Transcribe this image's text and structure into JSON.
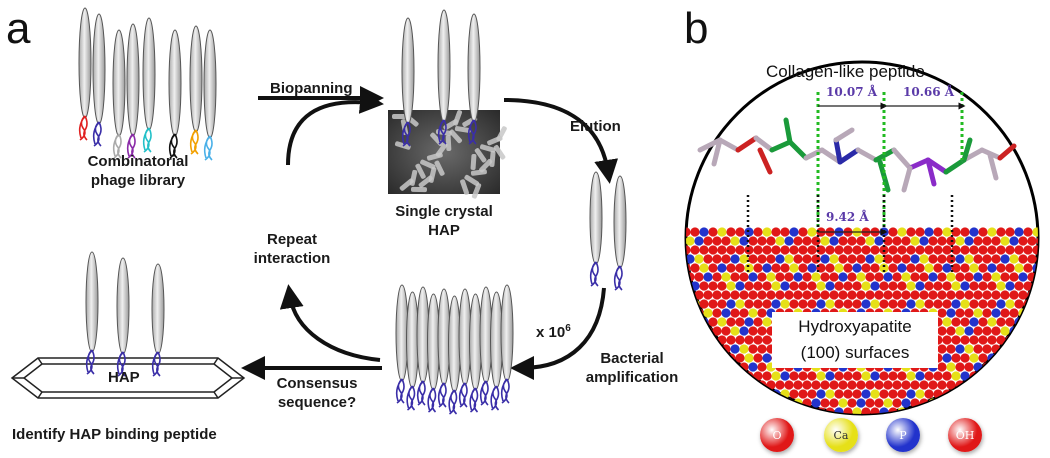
{
  "panels": {
    "a": "a",
    "b": "b"
  },
  "panel_a": {
    "library_label": [
      "Combinatorial",
      "phage library"
    ],
    "biopanning": "Biopanning",
    "crystal_label": [
      "Single crystal",
      "HAP"
    ],
    "elution": "Elution",
    "repeat_label": [
      "Repeat",
      "interaction"
    ],
    "amplification_factor": "x 10",
    "amplification_exponent": "6",
    "amplification_label": [
      "Bacterial",
      "amplification"
    ],
    "consensus_label": [
      "Consensus",
      "sequence?"
    ],
    "hap_label": "HAP",
    "identify_label": "Identify HAP binding peptide"
  },
  "panel_b": {
    "peptide_title": "Collagen-like peptide",
    "distance_1": "10.07 Å",
    "distance_2": "10.66 Å",
    "distance_3": "9.42 Å",
    "surface_label": [
      "Hydroxyapatite",
      "(100) surfaces"
    ],
    "legend": [
      {
        "label": "O",
        "color": "#e01818",
        "text_color": "#ffffff"
      },
      {
        "label": "Ca",
        "color": "#e6e018",
        "text_color": "#333333"
      },
      {
        "label": "P",
        "color": "#2233cc",
        "text_color": "#ffffff"
      },
      {
        "label": "OH",
        "color": "#e01818",
        "text_color": "#ffffff"
      }
    ]
  }
}
